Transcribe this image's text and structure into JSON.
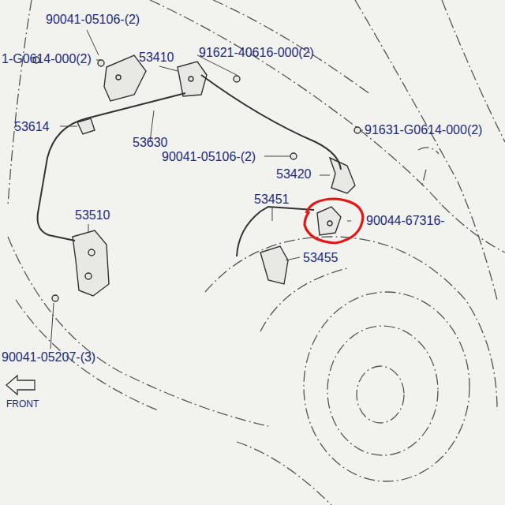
{
  "diagram": {
    "labels": [
      "90041-05106-(2)",
      "1-G0614-000(2)",
      "53410",
      "91621-40616-000(2)",
      "53614",
      "53630",
      "91631-G0614-000(2)",
      "90041-05106-(2)",
      "53420",
      "53451",
      "90044-67316-",
      "53510",
      "53455",
      "90041-05207-(3)",
      "FRONT"
    ]
  }
}
